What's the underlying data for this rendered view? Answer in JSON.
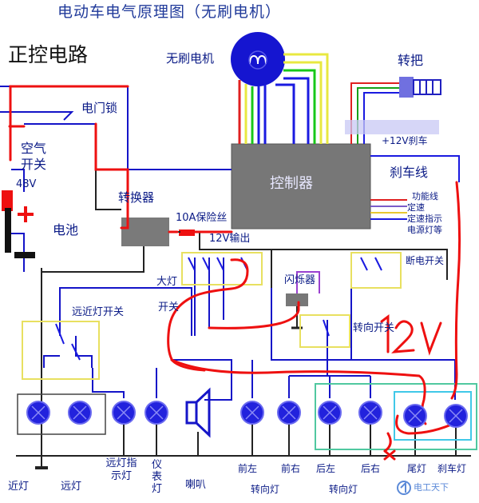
{
  "title": "电动车电气原理图（无刷电机）",
  "subtitle": "正控电路",
  "labels": {
    "motor": "无刷电机",
    "throttle": "转把",
    "lock": "电门锁",
    "air_switch": "空气开关",
    "voltage": "48V",
    "battery": "电池",
    "controller": "控制器",
    "converter": "转换器",
    "brake_line": "刹车线",
    "fuse": "10A保险丝",
    "output": "12V输出",
    "v12_brake": "+12V刹车",
    "func_1": "功能线",
    "func_2": "定速",
    "func_3": "定速指示",
    "func_4": "电源灯等",
    "power_off_switch": "断电开关",
    "headlight": "大灯",
    "switch": "开关",
    "flasher": "闪烁器",
    "beam_switch": "远近灯开关",
    "turn_switch": "转向开关",
    "handwritten_12v": "12V",
    "watermark": "电工天下"
  },
  "bottom_labels": {
    "low_beam": "近灯",
    "high_beam": "远灯",
    "high_beam_indicator": "远灯指示灯",
    "dashboard_light": "仪表灯",
    "horn": "喇叭",
    "front_left": "前左",
    "front_right": "前右",
    "turn_light_front": "转向灯",
    "rear_left": "后左",
    "rear_right": "后右",
    "turn_light_rear": "转向灯",
    "tail_light": "尾灯",
    "brake_light": "刹车灯"
  },
  "colors": {
    "blue_wire": "#1414c8",
    "red_wire": "#ee1010",
    "lamp_blue": "#2222dd",
    "box_gray": "#777777"
  }
}
